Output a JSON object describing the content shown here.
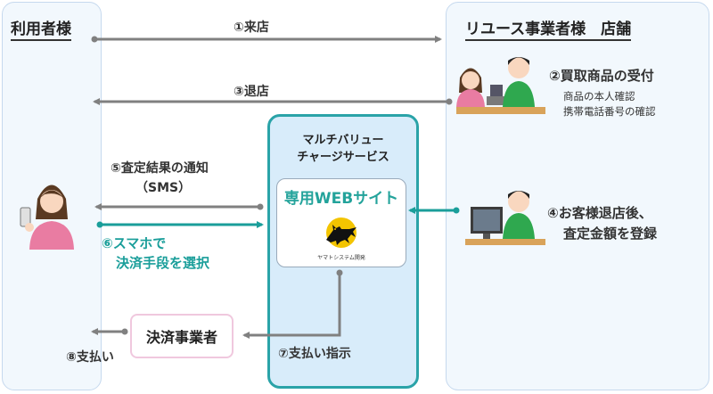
{
  "actors": {
    "user": "利用者様",
    "reuse_store": "リユース事業者様　店舗",
    "service_line1": "マルチバリュー",
    "service_line2": "チャージサービス",
    "web_site": "専用WEBサイト",
    "payment_provider": "決済事業者"
  },
  "logo": {
    "company_text": "ヤマトシステム開発"
  },
  "steps": {
    "s1": "①来店",
    "s2": "②買取商品の受付",
    "s2_note1": "商品の本人確認",
    "s2_note2": "携帯電話番号の確認",
    "s3": "③退店",
    "s4_line1": "④お客様退店後、",
    "s4_line2": "査定金額を登録",
    "s5_line1": "⑤査定結果の通知",
    "s5_line2": "（SMS）",
    "s6_line1": "⑥スマホで",
    "s6_line2": "決済手段を選択",
    "s7": "⑦支払い指示",
    "s8": "⑧支払い"
  },
  "colors": {
    "teal": "#1a9e9a",
    "gray_arrow": "#808080",
    "panel_border": "#c6d9ee",
    "service_border": "#2aa3a8"
  }
}
